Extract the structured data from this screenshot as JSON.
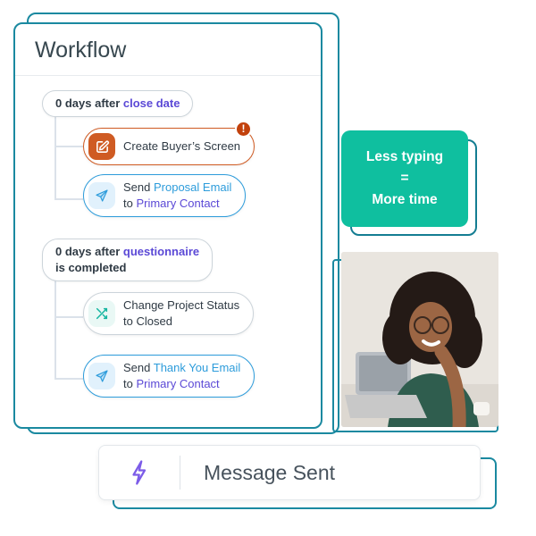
{
  "workflow": {
    "title": "Workflow",
    "group1": {
      "prefix": "0 days after ",
      "highlight": "close date"
    },
    "group2": {
      "prefix": "0 days after ",
      "highlight": "questionnaire",
      "suffix": "is completed"
    },
    "items": {
      "create_screen": {
        "label": "Create Buyer’s Screen",
        "badge": "!"
      },
      "send_proposal": {
        "action": "Send ",
        "target": "Proposal Email",
        "prep": "to ",
        "contact": "Primary Contact"
      },
      "change_status": {
        "line1": "Change Project Status",
        "line2": "to Closed"
      },
      "send_thankyou": {
        "action": "Send ",
        "target": "Thank You Email",
        "prep": "to ",
        "contact": "Primary Contact"
      }
    }
  },
  "quote_card": {
    "line1": "Less typing",
    "line2": "=",
    "line3": "More time"
  },
  "message_bar": {
    "label": "Message Sent"
  },
  "icons": {
    "create_screen": "edit-icon",
    "send_email": "paper-plane-icon",
    "change_status": "shuffle-icon",
    "message": "lightning-icon"
  },
  "colors": {
    "frame_teal": "#1a89a0",
    "quote_teal": "#0fbf9f",
    "action_orange": "#cf5b23",
    "alert_orange": "#c2410c",
    "action_blue": "#2d9cdb",
    "link_blue": "#2d9cdb",
    "link_purple": "#5b49d6"
  },
  "photo": {
    "name": "woman-smiling-at-laptop-photo"
  }
}
